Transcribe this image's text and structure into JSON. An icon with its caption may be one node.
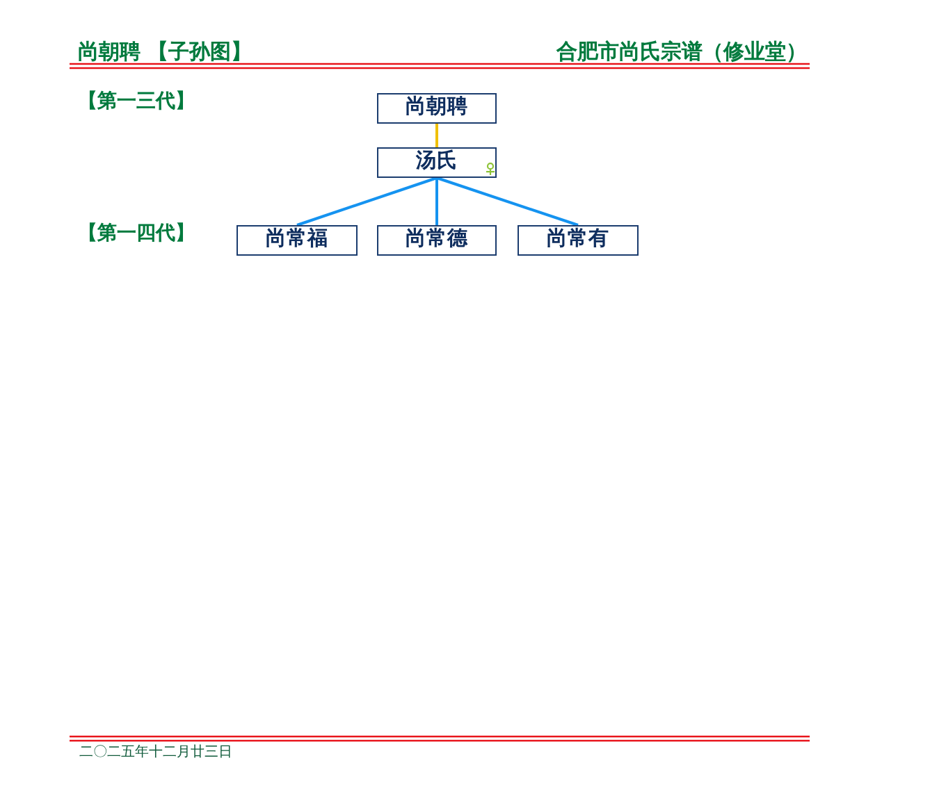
{
  "diagram": {
    "title": "尚朝聘 【子孙图】",
    "nodes": [
      {
        "text": [
          "尚朝聘"
        ]
      },
      {
        "text": [
          "汤氏"
        ]
      },
      {
        "text": [
          "尚常福"
        ]
      },
      {
        "text": [
          "尚常德"
        ]
      },
      {
        "text": [
          "尚常有"
        ]
      }
    ],
    "edges": [
      {
        "from": 0,
        "to": 1,
        "arrow": "none",
        "color": "#f0c000"
      },
      {
        "from": 1,
        "to": 2,
        "arrow": "none"
      },
      {
        "from": 1,
        "to": 3,
        "arrow": "none"
      },
      {
        "from": 1,
        "to": 4,
        "arrow": "none"
      }
    ],
    "labels": [
      "合肥市尚氏宗谱（修业堂）",
      "【第一三代】",
      "【第一四代】",
      "二〇二五年十二月廿三日"
    ]
  }
}
